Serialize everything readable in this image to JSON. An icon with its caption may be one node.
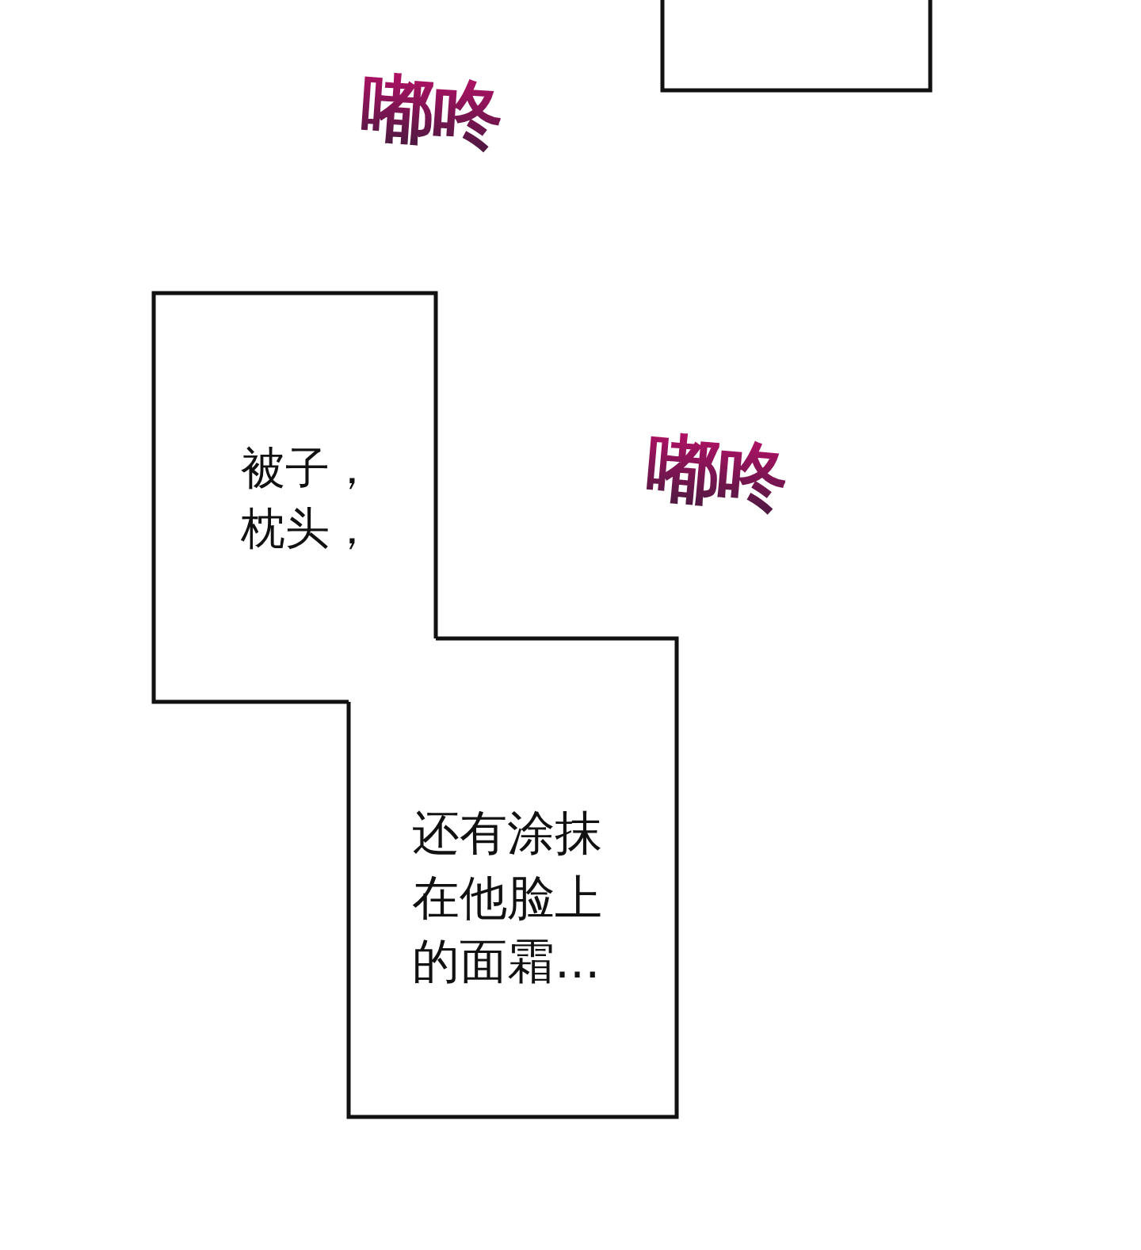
{
  "diagram": {
    "nodes": [
      {
        "text": [],
        "shape": "box"
      },
      {
        "text": [
          "被子，枕头，"
        ]
      },
      {
        "text": [
          "还有涂抹在他脸上的面霜..."
        ]
      }
    ],
    "labels": [
      "嘟咚",
      "嘟咚"
    ]
  }
}
